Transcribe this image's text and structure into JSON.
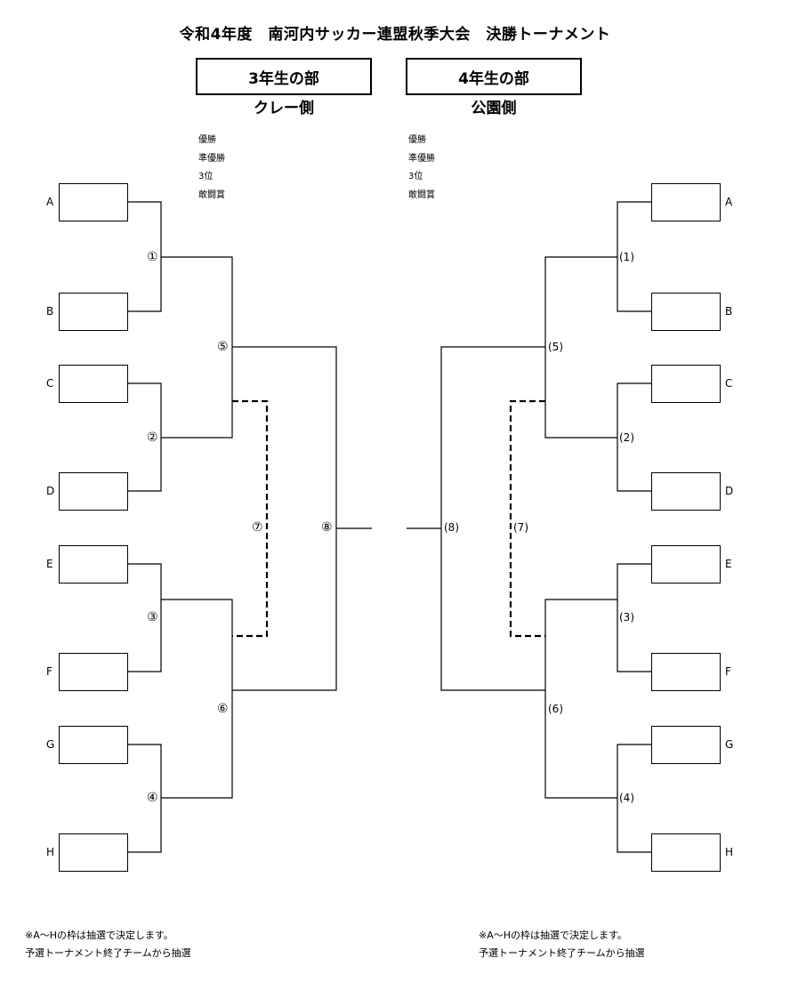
{
  "title": "令和4年度　南河内サッカー連盟秋季大会　決勝トーナメント",
  "left": {
    "division": "3年生の部",
    "venue": "クレー側",
    "awards": [
      "優勝",
      "準優勝",
      "3位",
      "敢闘賞"
    ],
    "teams": [
      "A",
      "B",
      "C",
      "D",
      "E",
      "F",
      "G",
      "H"
    ],
    "matches": [
      "①",
      "②",
      "③",
      "④",
      "⑤",
      "⑥",
      "⑦",
      "⑧"
    ],
    "notes": [
      "※A～Hの枠は抽選で決定します。",
      "予選トーナメント終了チームから抽選"
    ]
  },
  "right": {
    "division": "4年生の部",
    "venue": "公園側",
    "awards": [
      "優勝",
      "準優勝",
      "3位",
      "敢闘賞"
    ],
    "teams": [
      "A",
      "B",
      "C",
      "D",
      "E",
      "F",
      "G",
      "H"
    ],
    "matches": [
      "(1)",
      "(2)",
      "(3)",
      "(4)",
      "(5)",
      "(6)",
      "(7)",
      "(8)"
    ],
    "notes": [
      "※A～Hの枠は抽選で決定します。",
      "予選トーナメント終了チームから抽選"
    ]
  }
}
